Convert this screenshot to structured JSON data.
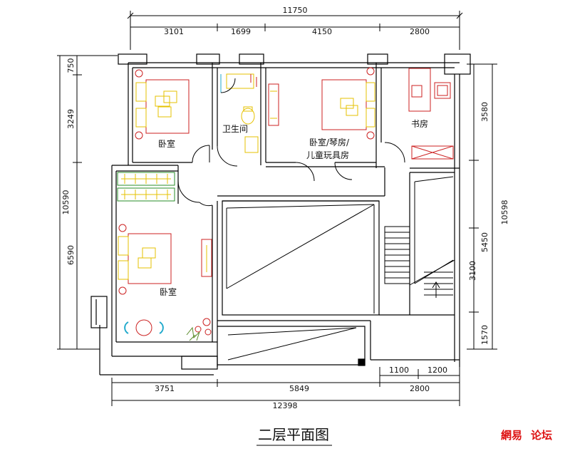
{
  "title": "二层平面图",
  "watermark": {
    "brand": "網易",
    "section": "论坛"
  },
  "rooms": {
    "bedroom_nw": "卧室",
    "bathroom": "卫生间",
    "bedroom_multi_line1": "卧室/琴房/",
    "bedroom_multi_line2": "儿童玩具房",
    "study": "书房",
    "bedroom_sw": "卧室"
  },
  "dimensions": {
    "top_total": "11750",
    "top_seg": [
      "3101",
      "1699",
      "4150",
      "2800"
    ],
    "bottom_seg": [
      "3751",
      "5849",
      "2800"
    ],
    "bottom_total": "12398",
    "bottom_inner": [
      "1100",
      "1200"
    ],
    "left_total": "10590",
    "left_seg": [
      "750",
      "3249",
      "6590"
    ],
    "right_total": "10598",
    "right_seg": [
      "3580",
      "5450",
      "3100",
      "1570"
    ]
  },
  "colors": {
    "wall": "#000000",
    "furniture": "#cc2222",
    "fixture": "#e6c200",
    "closet": "#2a8c2a",
    "table": "#22aacc",
    "plant": "#5a8a2a",
    "watermark": "#dd1111"
  }
}
